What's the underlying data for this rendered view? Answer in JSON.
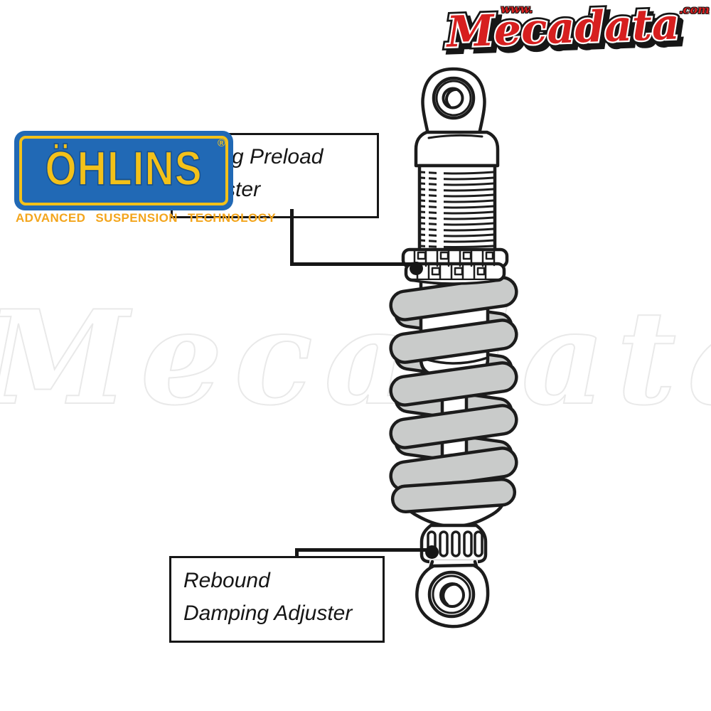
{
  "header_logo": {
    "name": "Mecadata",
    "prefix": "www.",
    "suffix": ".com",
    "color": "#d71f1f"
  },
  "watermark": {
    "text": "Mecadata"
  },
  "ohlins_logo": {
    "wordmark": "ÖHLINS",
    "registered": "®",
    "tagline": "ADVANCED SUSPENSION TECHNOLOGY",
    "plate_color": "#2169b5",
    "letter_color": "#f3c119",
    "tagline_color": "#f3a51c"
  },
  "callouts": {
    "spring_preload": {
      "line1": "Spring Preload",
      "line2": "Adjuster"
    },
    "rebound": {
      "line1": "Rebound",
      "line2": "Damping Adjuster"
    }
  },
  "illustration": {
    "subject": "Öhlins rear shock absorber",
    "spring_color": "#c9cbca",
    "outline_color": "#1c1c1c"
  }
}
